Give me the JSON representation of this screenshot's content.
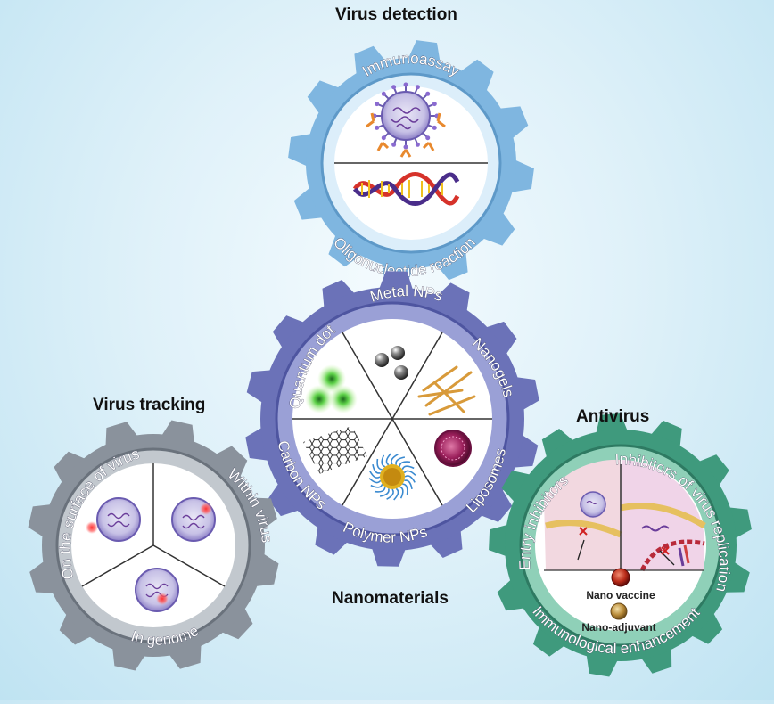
{
  "titles": {
    "virus_detection": "Virus detection",
    "virus_tracking": "Virus tracking",
    "antivirus": "Antivirus",
    "nanomaterials": "Nanomaterials"
  },
  "detection": {
    "immunoassay": "Immunoassay",
    "oligonucleotide": "Oligonucleotide reaction"
  },
  "nanomaterials": {
    "metal": "Metal NPs",
    "nanogels": "Nanogels",
    "liposomes": "Liposomes",
    "polymer": "Polymer NPs",
    "carbon": "Carbon NPs",
    "quantum": "Quantum dot"
  },
  "tracking": {
    "surface": "On the surface of virus",
    "within": "Within virus",
    "genome": "In genome"
  },
  "antivirus": {
    "entry": "Entry inhibitors",
    "replication": "Inhibitors of virus replication",
    "immuno": "Immunological enhancement",
    "nano_vaccine": "Nano vaccine",
    "nano_adjuvant": "Nano-adjuvant"
  },
  "colors": {
    "detection_gear": "#7fb6e0",
    "nanomaterial_gear": "#6b72b8",
    "tracking_gear": "#8a929c",
    "antivirus_gear": "#3f9a7d"
  }
}
